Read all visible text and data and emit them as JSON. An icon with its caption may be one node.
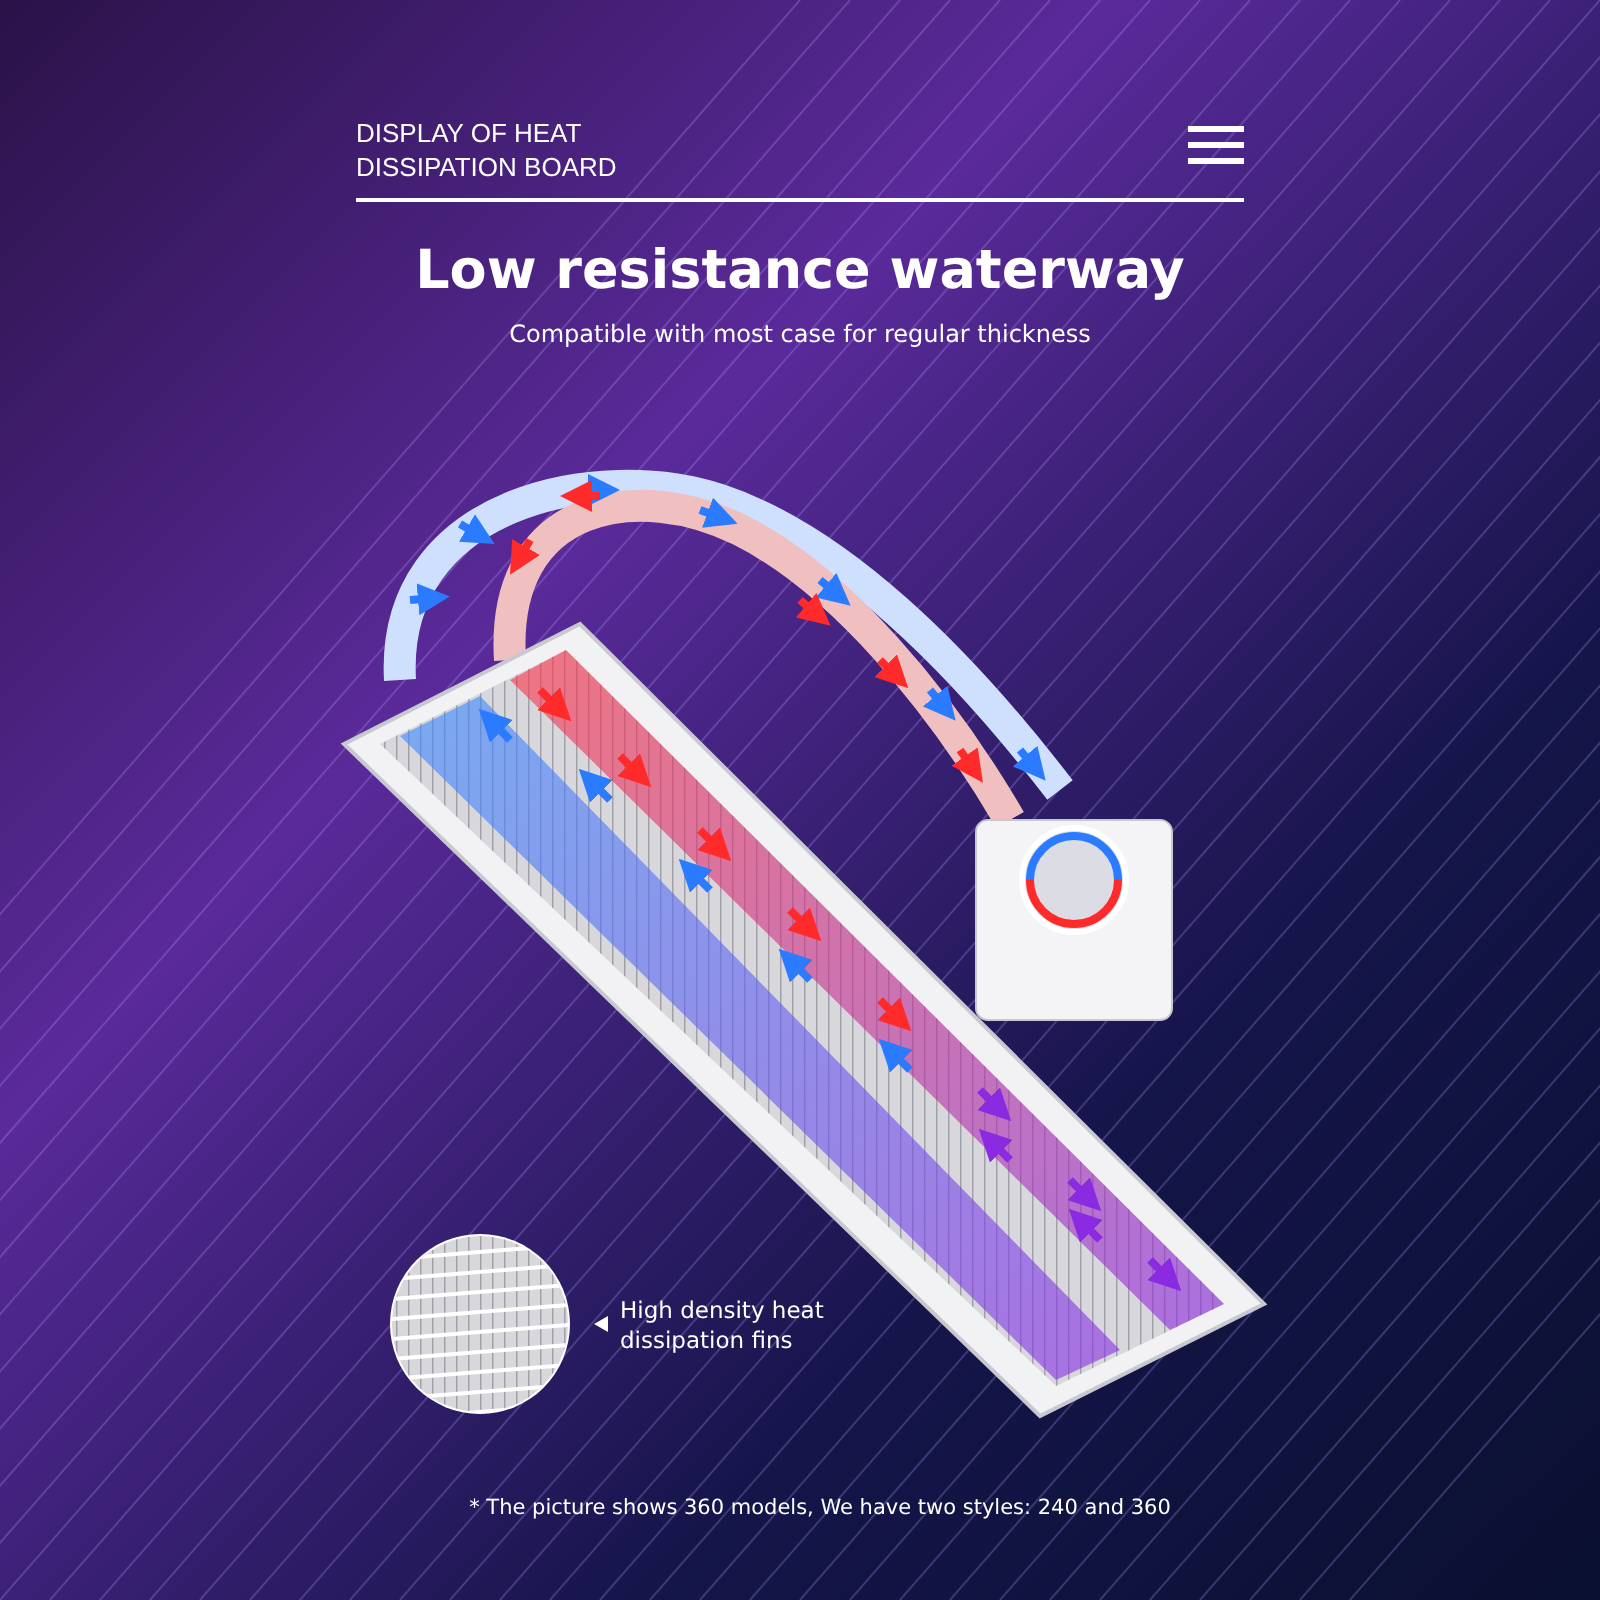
{
  "diagram": {
    "title": "Low resistance waterway",
    "labels": [
      "DISPLAY OF HEAT DISSIPATION BOARD",
      "Compatible with most case for regular thickness",
      "High density heat dissipation fins",
      "* The picture shows 360 models, We have two styles: 240 and 360"
    ]
  }
}
